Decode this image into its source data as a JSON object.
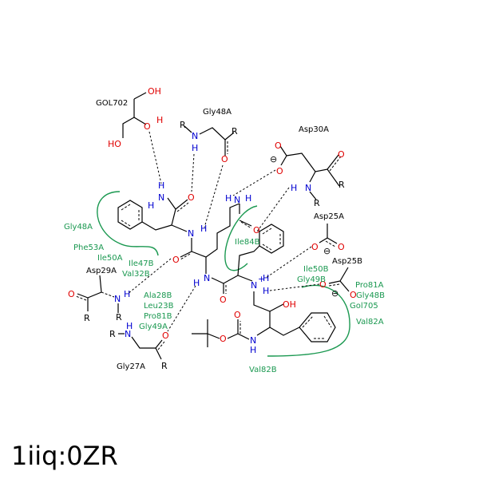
{
  "title": "1iiq:0ZR",
  "colors": {
    "hydrophobic": "#1a9850",
    "oxygen": "#e00000",
    "nitrogen": "#0000d0",
    "carbon": "#000000"
  },
  "residue_labels": [
    {
      "id": "gol702",
      "text": "GOL702",
      "type": "hbond"
    },
    {
      "id": "gly48a_top",
      "text": "Gly48A",
      "type": "hbond"
    },
    {
      "id": "asp30a",
      "text": "Asp30A",
      "type": "hbond"
    },
    {
      "id": "asp25a",
      "text": "Asp25A",
      "type": "hbond"
    },
    {
      "id": "asp25b",
      "text": "Asp25B",
      "type": "hbond"
    },
    {
      "id": "asp29a",
      "text": "Asp29A",
      "type": "hbond"
    },
    {
      "id": "gly27a",
      "text": "Gly27A",
      "type": "hbond"
    }
  ],
  "hydrophobic_labels": [
    {
      "id": "gly48a",
      "text": "Gly48A"
    },
    {
      "id": "phe53a",
      "text": "Phe53A"
    },
    {
      "id": "ile50a",
      "text": "Ile50A"
    },
    {
      "id": "ile47b",
      "text": "Ile47B"
    },
    {
      "id": "val32b",
      "text": "Val32B"
    },
    {
      "id": "ile84b",
      "text": "Ile84B"
    },
    {
      "id": "ile50b",
      "text": "Ile50B"
    },
    {
      "id": "gly49b",
      "text": "Gly49B"
    },
    {
      "id": "pro81a",
      "text": "Pro81A"
    },
    {
      "id": "gly48b",
      "text": "Gly48B"
    },
    {
      "id": "gol705",
      "text": "Gol705"
    },
    {
      "id": "val82a",
      "text": "Val82A"
    },
    {
      "id": "ala28b",
      "text": "Ala28B"
    },
    {
      "id": "leu23b",
      "text": "Leu23B"
    },
    {
      "id": "pro81b",
      "text": "Pro81B"
    },
    {
      "id": "gly49a",
      "text": "Gly49A"
    },
    {
      "id": "val82b",
      "text": "Val82B"
    }
  ],
  "atoms": {
    "O": "O",
    "N": "N",
    "H": "H",
    "R": "R",
    "OH": "OH",
    "HO": "HO",
    "Nplus": "N",
    "plus": "+",
    "minus": "⊖"
  }
}
